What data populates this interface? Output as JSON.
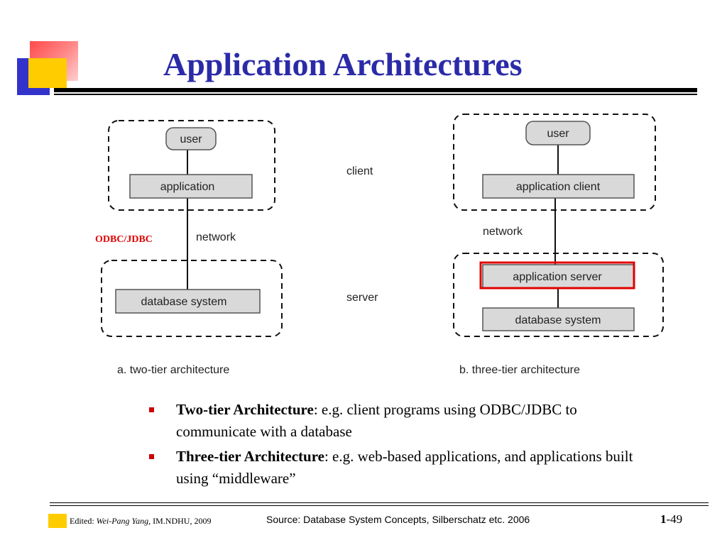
{
  "slide": {
    "title": "Application Architectures",
    "colors": {
      "title": "#2b2ba8",
      "highlight": "#e00000",
      "bullet": "#cc0000"
    }
  },
  "diagram": {
    "two_tier": {
      "user": "user",
      "application": "application",
      "database": "database system",
      "network": "network",
      "caption": "a.  two-tier architecture"
    },
    "middle": {
      "client": "client",
      "server": "server"
    },
    "three_tier": {
      "user": "user",
      "app_client": "application client",
      "network": "network",
      "app_server": "application server",
      "database": "database system",
      "caption": "b.  three-tier architecture"
    },
    "annotation": "ODBC/JDBC"
  },
  "bullets": [
    {
      "term": "Two-tier Architecture",
      "text": ": e.g. client programs using ODBC/JDBC to  communicate with a database"
    },
    {
      "term": "Three-tier Architecture",
      "text": ": e.g. web-based applications, and applications built using “middleware”"
    }
  ],
  "footer": {
    "edited_prefix": "Edited: ",
    "edited_name": "Wei-Pang Yang,",
    "edited_org": " IM.NDHU, 2009",
    "source": "Source: Database System Concepts, Silberschatz etc. 2006",
    "chapter": "1",
    "page": "-49"
  }
}
